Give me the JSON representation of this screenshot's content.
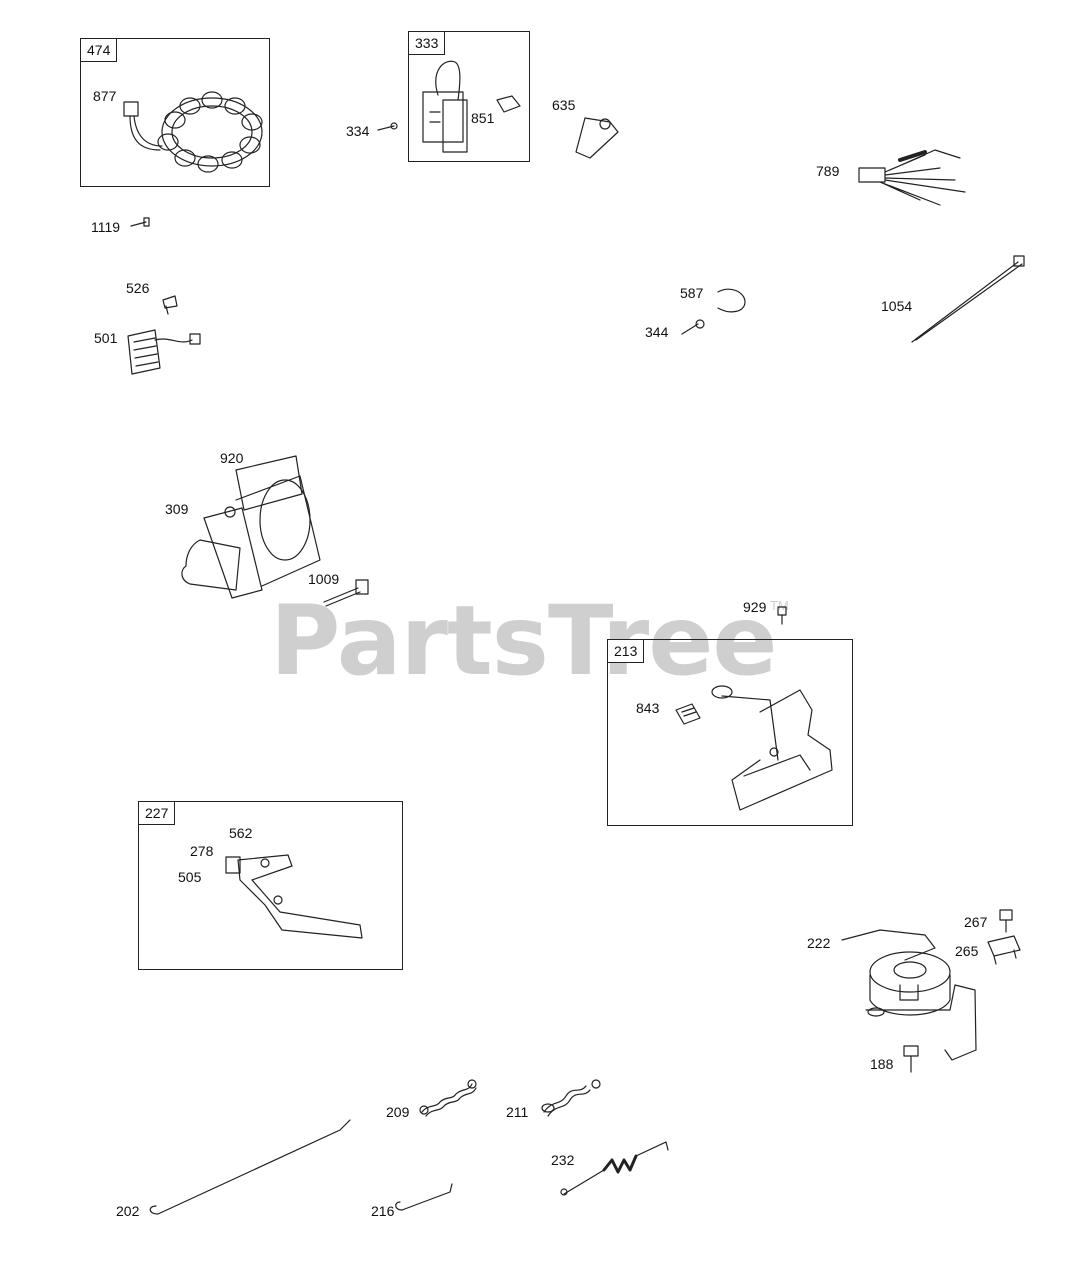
{
  "watermark": {
    "text": "PartsTree",
    "tm": "TM"
  },
  "kits": {
    "k474": "474",
    "k333": "333",
    "k213": "213",
    "k227": "227"
  },
  "labels": {
    "p877": "877",
    "p334": "334",
    "p851": "851",
    "p635": "635",
    "p789": "789",
    "p1119": "1119",
    "p526": "526",
    "p501": "501",
    "p587": "587",
    "p344": "344",
    "p1054": "1054",
    "p920": "920",
    "p309": "309",
    "p1009": "1009",
    "p929": "929",
    "p843": "843",
    "p562": "562",
    "p278": "278",
    "p505": "505",
    "p267": "267",
    "p222": "222",
    "p265": "265",
    "p188": "188",
    "p209": "209",
    "p211": "211",
    "p232": "232",
    "p202": "202",
    "p216": "216"
  }
}
